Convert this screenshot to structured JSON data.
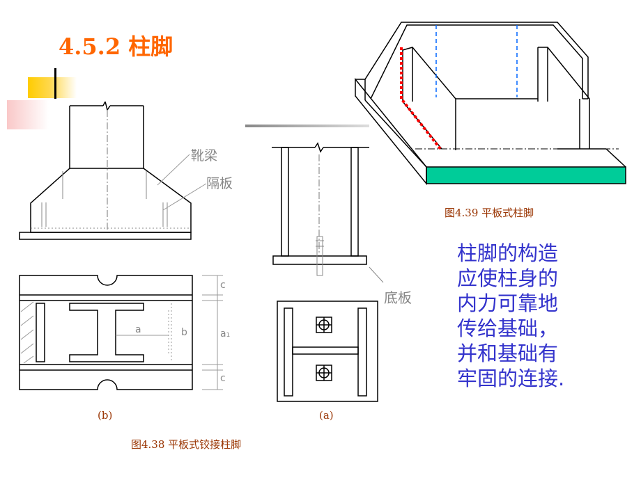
{
  "title": "4.5.2 柱脚",
  "labels": {
    "boot_beam": "靴梁",
    "diaphragm": "隔板",
    "base_plate": "底板",
    "dim_c": "c",
    "dim_a": "a",
    "dim_a1": "a₁",
    "dim_b": "b"
  },
  "captions": {
    "fig_439": "图4.39  平板式柱脚",
    "fig_438": "图4.38  平板式铰接柱脚",
    "sub_b": "(b)",
    "sub_a": "(a)"
  },
  "description": [
    "柱脚的构造",
    "应使柱身的",
    "内力可靠地",
    "传给基础，",
    "并和基础有",
    "牢固的连接."
  ],
  "colors": {
    "title": "#ff6600",
    "caption": "#993300",
    "description": "#3333cc",
    "accent_bar": "#ffcc00",
    "base_plate_fill": "#00cc99",
    "red_dotted": "#ff0000",
    "blue_dashed": "#0066ff"
  }
}
